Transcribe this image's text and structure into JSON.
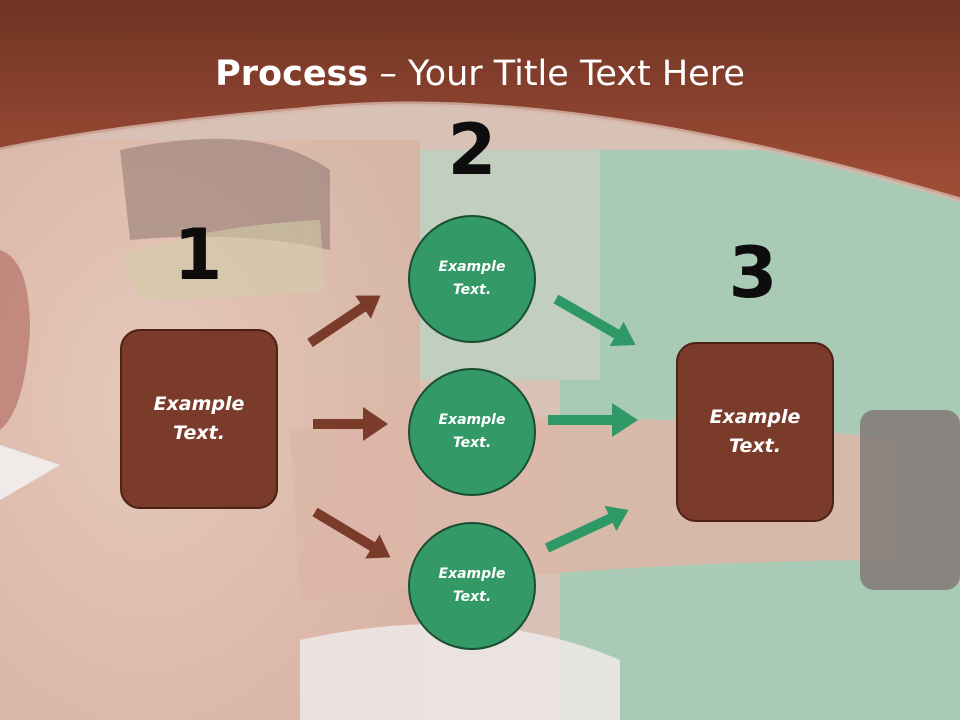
{
  "title": {
    "bold": "Process",
    "rest": " – Your Title Text Here"
  },
  "steps": [
    {
      "number": "1",
      "text": "Example Text."
    },
    {
      "number": "2",
      "circles": [
        "Example Text.",
        "Example Text.",
        "Example Text."
      ]
    },
    {
      "number": "3",
      "text": "Example Text."
    }
  ],
  "colors": {
    "header": "#8a4030",
    "box_fill": "#7a3b2b",
    "circle_fill": "#339966",
    "arrow_brown": "#7a3b2b",
    "arrow_green": "#2e9966"
  }
}
